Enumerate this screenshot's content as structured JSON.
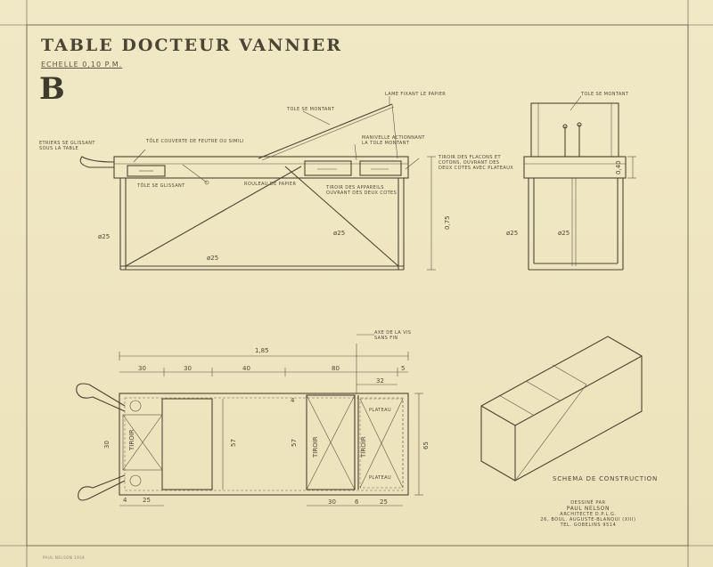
{
  "title": "TABLE DOCTEUR VANNIER",
  "scale": "ECHELLE 0,10 P.M.",
  "sheet_letter": "B",
  "labels": {
    "etriers": "ETRIERS SE GLISSANT",
    "etriers2": "SOUS LA TABLE",
    "tole_couverte": "TÔLE COUVERTE DE FEUTRE OU SIMILI",
    "tole_glissant": "TÔLE SE GLISSANT",
    "rouleau": "ROULEAU DE PAPIER",
    "tole_montant": "TOLE SE MONTANT",
    "lame": "LAME FIXANT LE PAPIER",
    "manivelle": "MANIVELLE ACTIONNANT",
    "manivelle2": "LA TOLE MONTANT",
    "tiroir_appareils": "TIROIR DES APPAREILS",
    "tiroir_appareils2": "OUVRANT DES DEUX COTES",
    "tiroir_flacons": "TIROIR DES FLACONS ET",
    "tiroir_flacons2": "COTONS, OUVRANT DES",
    "tiroir_flacons3": "DEUX COTES AVEC PLATEAUX",
    "tole_montant_side": "TOLE SE MONTANT",
    "axe": "AXE DE LA VIS",
    "axe2": "SANS FIN",
    "tiroir": "TIROIR",
    "plateau": "PLATEAU"
  },
  "dims": {
    "d25": "ø25",
    "d25b": "ø25",
    "d25c": "ø25",
    "d25d": "ø25",
    "h075": "0,75",
    "h040": "0,40",
    "total": "1,85",
    "p30a": "30",
    "p30b": "30",
    "p40": "40",
    "p80": "80",
    "p32": "32",
    "p5": "5",
    "p57a": "57",
    "p57b": "57",
    "p65": "65",
    "p4a": "4",
    "p4b": "4",
    "p25": "25",
    "p30c": "30",
    "p6": "6",
    "p25b": "25",
    "p30side": "30"
  },
  "schema": "SCHEMA DE CONSTRUCTION",
  "credit": {
    "line0": "DESSINÉ PAR",
    "line1": "PAUL NELSON",
    "line2": "ARCHITECTE D.P.L.G.",
    "line3": "26, BOUL. AUGUSTE-BLANQUI (XIII)",
    "line4": "TEL. GOBELINS 9514"
  },
  "stamp": "PAUL NELSON 1934"
}
